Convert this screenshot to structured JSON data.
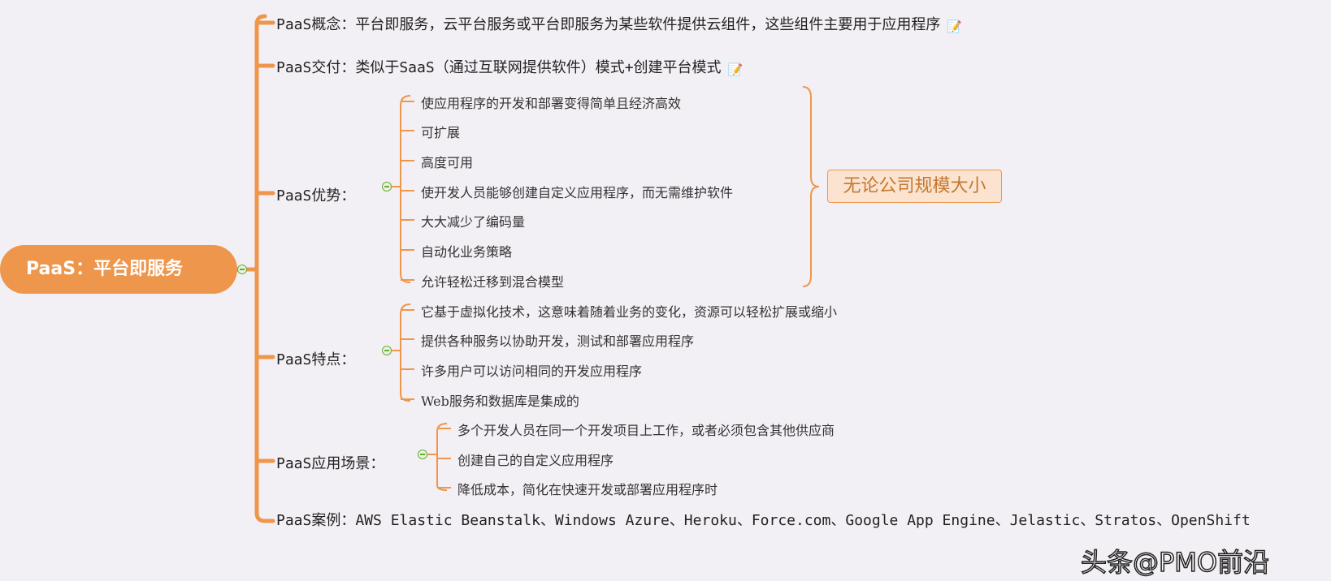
{
  "root": {
    "label": "PaaS：平台即服务"
  },
  "branches": [
    {
      "label": "PaaS概念：平台即服务，云平台服务或平台即服务为某些软件提供云组件，这些组件主要用于应用程序",
      "note_icon": "note-icon"
    },
    {
      "label": "PaaS交付：类似于SaaS（通过互联网提供软件）模式+创建平台模式",
      "note_icon": "note-icon"
    },
    {
      "label": "PaaS优势：",
      "children": [
        "使应用程序的开发和部署变得简单且经济高效",
        "可扩展",
        "高度可用",
        "使开发人员能够创建自定义应用程序，而无需维护软件",
        "大大减少了编码量",
        "自动化业务策略",
        "允许轻松迁移到混合模型"
      ],
      "summary": "无论公司规模大小"
    },
    {
      "label": "PaaS特点：",
      "children": [
        "它基于虚拟化技术，这意味着随着业务的变化，资源可以轻松扩展或缩小",
        "提供各种服务以协助开发，测试和部署应用程序",
        "许多用户可以访问相同的开发应用程序",
        "Web服务和数据库是集成的"
      ]
    },
    {
      "label": "PaaS应用场景：",
      "children": [
        "多个开发人员在同一个开发项目上工作，或者必须包含其他供应商",
        "创建自己的自定义应用程序",
        "降低成本，简化在快速开发或部署应用程序时"
      ]
    },
    {
      "label": "PaaS案例：AWS Elastic Beanstalk、Windows Azure、Heroku、Force.com、Google App Engine、Jelastic、Stratos、OpenShift"
    }
  ],
  "watermark": "头条@PMO前沿",
  "colors": {
    "branch": "#ee964b",
    "background": "#f3f0f5",
    "toggle": "#6aa83a"
  }
}
